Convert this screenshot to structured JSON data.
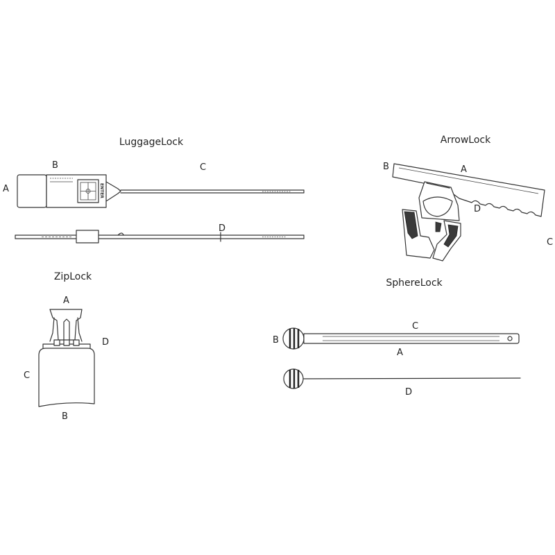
{
  "luggage_lock": {
    "title": "LuggageLock",
    "labels": {
      "a": "A",
      "b": "B",
      "c": "C",
      "d": "D"
    },
    "embossed_text": "ENTER"
  },
  "arrow_lock": {
    "title": "ArrowLock",
    "labels": {
      "a": "A",
      "b": "B",
      "c": "C",
      "d": "D"
    }
  },
  "zip_lock": {
    "title": "ZipLock",
    "labels": {
      "a": "A",
      "b": "B",
      "c": "C",
      "d": "D"
    }
  },
  "sphere_lock": {
    "title": "SphereLock",
    "labels": {
      "a": "A",
      "b": "B",
      "c": "C",
      "d": "D"
    }
  }
}
